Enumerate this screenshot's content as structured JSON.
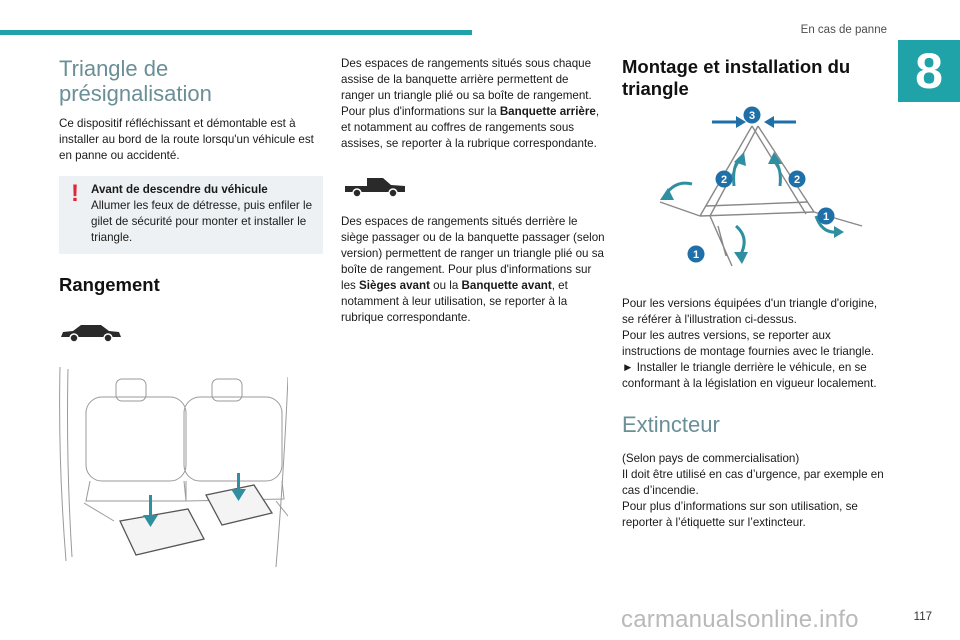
{
  "header": {
    "section_title": "En cas de panne",
    "chapter_number": "8"
  },
  "col1": {
    "triangle_title": "Triangle de présignalisation",
    "triangle_intro": "Ce dispositif réfléchissant et démontable est à installer au bord de la route lorsqu'un véhicule est en panne ou accidenté.",
    "warning_title": "Avant de descendre du véhicule",
    "warning_body": "Allumer les feux de détresse, puis enfiler le gilet de sécurité pour monter et installer le triangle.",
    "rangement_title": "Rangement"
  },
  "col2": {
    "p1_pre": "Des espaces de rangements situés sous chaque assise de la banquette arrière permettent de ranger un triangle plié ou sa boîte de rangement.",
    "p1_more": "Pour plus d'informations sur la ",
    "p1_bold": "Banquette arrière",
    "p1_post": ", et notamment au coffres de rangements sous assises, se reporter à la rubrique correspondante.",
    "p2_text": "Des espaces de rangements situés derrière le siège passager ou de la banquette passager (selon version) permettent de ranger un triangle plié ou sa boîte de rangement.",
    "p2_more": "Pour plus d'informations sur les ",
    "p2_bold1": "Sièges avant",
    "p2_mid": " ou la ",
    "p2_bold2": "Banquette avant",
    "p2_post": ", et notamment à leur utilisation, se reporter à la rubrique correspondante."
  },
  "col3": {
    "montage_title": "Montage et installation du triangle",
    "montage_p1": "Pour les versions équipées d'un triangle d'origine, se référer à l'illustration ci-dessus.",
    "montage_p2": "Pour les autres versions, se reporter aux instructions de montage fournies avec le triangle.",
    "montage_step": "►  Installer le triangle derrière le véhicule, en se conformant à la législation en vigueur localement.",
    "extincteur_title": "Extincteur",
    "ext_p1": "(Selon pays de commercialisation)",
    "ext_p2": "Il doit être utilisé en cas d’urgence, par exemple en cas d’incendie.",
    "ext_p3": "Pour plus d’informations sur son utilisation, se reporter à l’étiquette sur l’extincteur."
  },
  "figure_labels": {
    "step1": "1",
    "step2": "2",
    "step3": "3"
  },
  "footer": {
    "page_number": "117",
    "watermark": "carmanualsonline.info"
  },
  "colors": {
    "accent": "#1fa3a8",
    "warning": "#e1263b",
    "arrow_blue": "#1f6fa8"
  }
}
